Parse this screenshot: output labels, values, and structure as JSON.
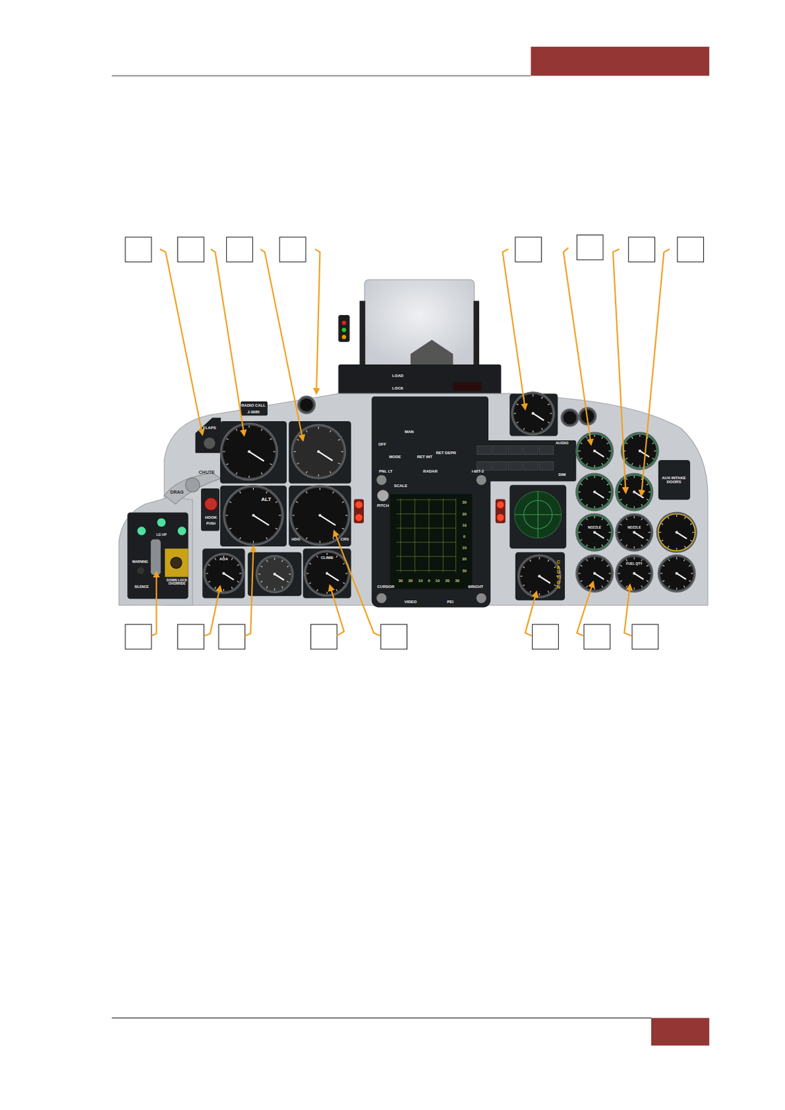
{
  "diagram": {
    "labels": [
      "FLAPS",
      "RADIO CALL",
      "J-3085",
      "CHUTE",
      "DRAG",
      "HOOK",
      "PUSH",
      "LG UP",
      "WARNING",
      "DOWN LOCK OVERRIDE",
      "SILENCE",
      "ALT",
      "HDG",
      "CRS",
      "AOA",
      "CLIMB",
      "LOAD",
      "LOCK",
      "OFF",
      "MAN",
      "RET DEPR",
      "MODE",
      "RET INT",
      "PNL LT",
      "I-BIT-2",
      "RADAR",
      "SCALE",
      "PITCH",
      "30",
      "20",
      "10",
      "0",
      "10",
      "20",
      "30",
      "30",
      "20",
      "10",
      "0",
      "10",
      "20",
      "30",
      "CURSOR",
      "BRIGHT",
      "VIDEO",
      "PEI",
      "AUDIO",
      "DIM",
      "AUX INTAKE DOORS",
      "NOZZLE",
      "NOZZLE",
      "CAUTION",
      "FUEL QTY"
    ]
  }
}
